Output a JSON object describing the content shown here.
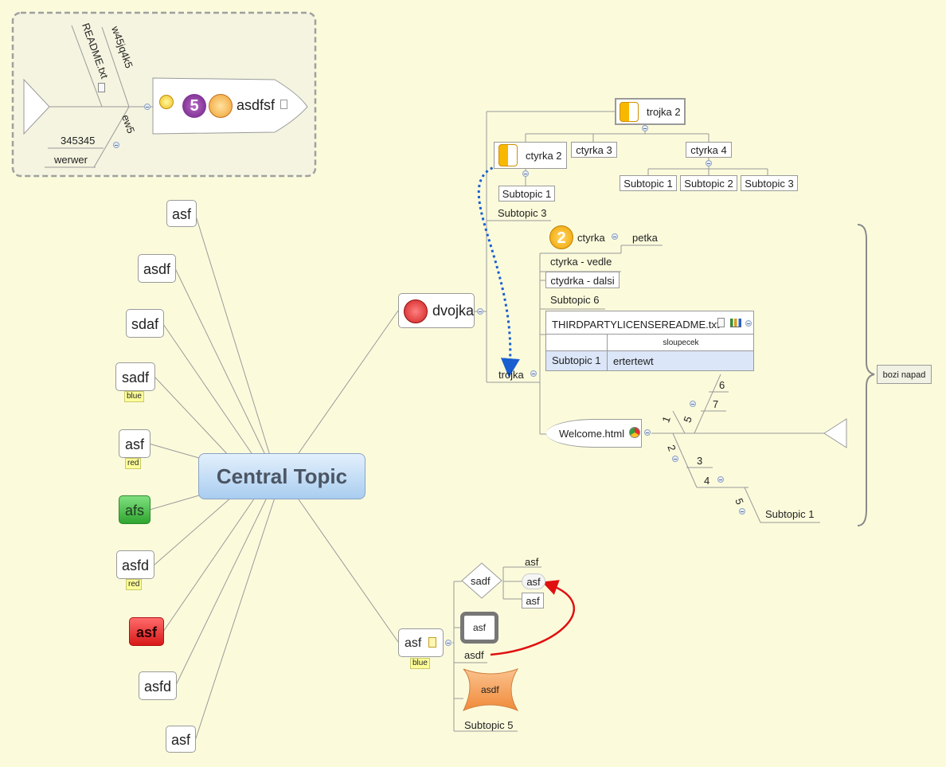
{
  "central_topic": "Central Topic",
  "left_topics": [
    {
      "label": "asf"
    },
    {
      "label": "asdf"
    },
    {
      "label": "sdaf"
    },
    {
      "label": "sadf",
      "tag": "blue"
    },
    {
      "label": "asf",
      "tag": "red"
    },
    {
      "label": "afs"
    },
    {
      "label": "asfd",
      "tag": "red"
    },
    {
      "label": "asf"
    },
    {
      "label": "asfd"
    },
    {
      "label": "asf"
    }
  ],
  "fishbone": {
    "head": "asdfsf",
    "head_number": "5",
    "branches": [
      "README.txt",
      "w45jq4k5",
      "ew5",
      "345345",
      "werwer"
    ]
  },
  "dvojka": {
    "label": "dvojka",
    "trojka2": "trojka 2",
    "ctyrka2": "ctyrka 2",
    "ctyrka3": "ctyrka 3",
    "ctyrka4": "ctyrka 4",
    "ctyrka2_sub": "Subtopic 1",
    "ctyrka4_subs": [
      "Subtopic 1",
      "Subtopic 2",
      "Subtopic 3"
    ],
    "subtopic3": "Subtopic 3",
    "trojka": "trojka",
    "ctyrka_number": "2",
    "ctyrka": "ctyrka",
    "petka": "petka",
    "vedle": "ctyrka - vedle",
    "dalsi": "ctydrka - dalsi",
    "subtopic6": "Subtopic 6",
    "table": {
      "title": "THIRDPARTYLICENSEREADME.txt",
      "header": [
        "",
        "sloupecek"
      ],
      "rows": [
        [
          "Subtopic 1",
          "ertertewt"
        ]
      ]
    },
    "welcome": "Welcome.html",
    "fish_labels": [
      "1",
      "5",
      "6",
      "7",
      "2",
      "3",
      "4",
      "5",
      "Subtopic 1"
    ],
    "summary": "bozi napad"
  },
  "asf_branch": {
    "label": "asf",
    "tag": "blue",
    "sadf": "sadf",
    "sadf_children": [
      "asf",
      "asf",
      "asf"
    ],
    "asf_box": "asf",
    "asdf": "asdf",
    "asdf_star": "asdf",
    "subtopic5": "Subtopic 5"
  },
  "colors": {
    "background": "#fbfbdc",
    "central_fill": "#a9cdf0",
    "green_node": "#3bb33b",
    "red_node": "#e02020",
    "orange_node": "#f6a861",
    "relationship_blue": "#1a5fd0",
    "relationship_red": "#e01010",
    "tag": "#ffff99"
  }
}
